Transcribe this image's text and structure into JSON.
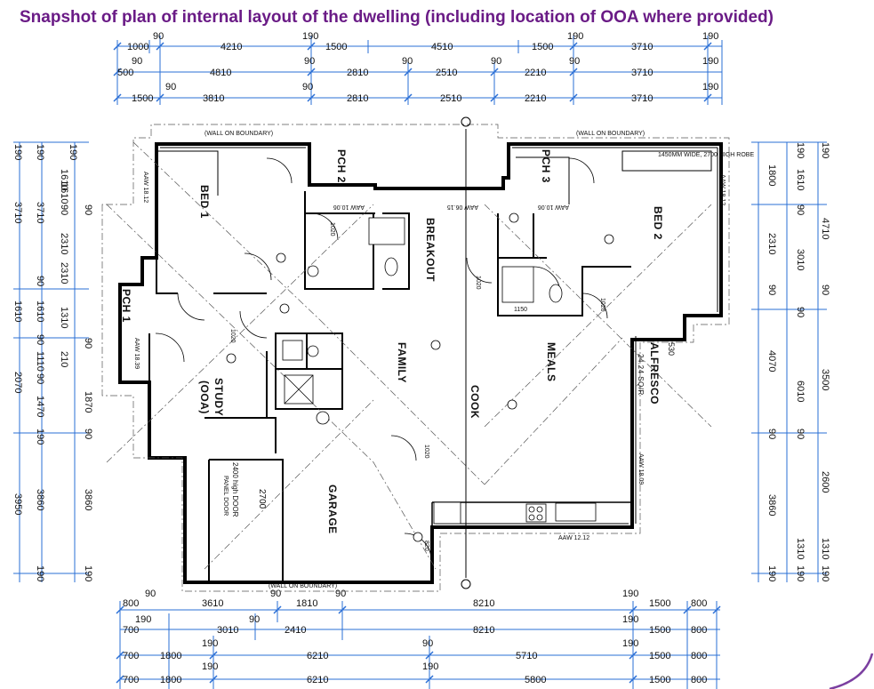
{
  "title": "Snapshot of plan of internal layout of the dwelling (including location of OOA where provided)",
  "dims": {
    "top1": [
      "1000",
      "90",
      "4210",
      "190",
      "1500",
      "4510",
      "1500",
      "190",
      "3710",
      "190"
    ],
    "top2": [
      "90",
      "500",
      "4810",
      "90",
      "2810",
      "90",
      "2510",
      "90",
      "2210",
      "90",
      "3710",
      "190"
    ],
    "top3": [
      "1500",
      "90",
      "3810",
      "90",
      "2810",
      "2510",
      "2210",
      "3710",
      "190"
    ],
    "bottom1": [
      "90",
      "800",
      "3610",
      "90",
      "1810",
      "90",
      "8210",
      "190",
      "1500",
      "800"
    ],
    "bottom2": [
      "190",
      "700",
      "3010",
      "90",
      "2410",
      "8210",
      "190",
      "1500",
      "800"
    ],
    "bottom3": [
      "190",
      "700",
      "1800",
      "6210",
      "90",
      "5710",
      "190",
      "1500",
      "800"
    ],
    "bottom4": [
      "190",
      "700",
      "1800",
      "6210",
      "190",
      "5800",
      "1500",
      "800"
    ],
    "left_a": [
      "190",
      "3710",
      "1610",
      "2070",
      "3950"
    ],
    "left_b": [
      "190",
      "1610",
      "3710",
      "90",
      "2310",
      "90",
      "1610",
      "90",
      "1110",
      "90",
      "1470",
      "190",
      "3860",
      "190"
    ],
    "left_c": [
      "190",
      "1610",
      "90",
      "2310",
      "1310",
      "90",
      "210",
      "1870",
      "90",
      "3860",
      "190"
    ],
    "right_a": [
      "1800",
      "2310",
      "90",
      "4070",
      "90",
      "3860",
      "190"
    ],
    "right_b": [
      "190",
      "1610",
      "90",
      "3010",
      "90",
      "6010",
      "90",
      "1310",
      "190"
    ],
    "right_c": [
      "190",
      "4710",
      "90",
      "3500",
      "2600",
      "1310",
      "190"
    ]
  },
  "rooms": {
    "bed1": "BED 1",
    "bed2": "BED 2",
    "pch1": "PCH 1",
    "pch2": "PCH 2",
    "pch3": "PCH 3",
    "breakout": "BREAKOUT",
    "family": "FAMILY",
    "meals": "MEALS",
    "cook": "COOK",
    "study": "STUDY",
    "ooa": "(OOA)",
    "garage": "GARAGE",
    "alfresco": "ALFRESCO",
    "alfresco_area": "24.24 SQ/R"
  },
  "notes": {
    "wall_boundary": "(WALL ON BOUNDARY)",
    "aaw_0615": "AAW 06.15",
    "aaw_1006a": "AAW 10.06",
    "aaw_1006b": "AAW 10.06",
    "aaw_1812a": "AAW 18.12",
    "aaw_1812b": "AAW 18.12",
    "aaw_1809": "AAW 18.09",
    "aaw_1839": "AAW 18.39",
    "aaw_1212": "AAW 12.12",
    "door_2700": "2700",
    "door_2400": "2400 high DOOR",
    "panel_door": "PANEL DOOR",
    "robe_note": "1450MM WIDE, 2700 HIGH ROBE",
    "d1020": "1020",
    "d820": "820",
    "d1150": "1150",
    "d530": "530"
  },
  "colors": {
    "title": "#6a1b86",
    "accent_arc": "#7b3fa0"
  }
}
